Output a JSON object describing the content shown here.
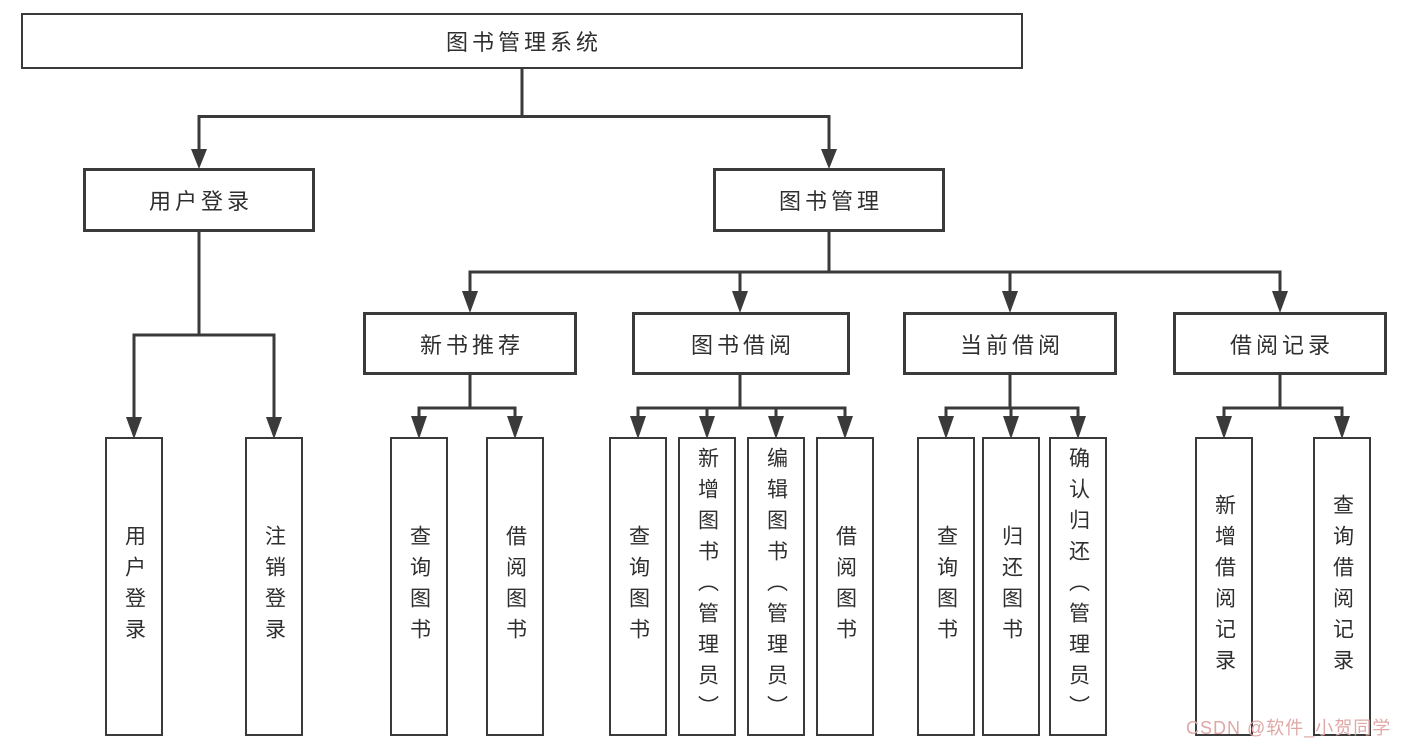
{
  "diagram": {
    "type": "hierarchy-tree",
    "title": "图书管理系统"
  },
  "nodes": {
    "root": "图书管理系统",
    "user_login": "用户登录",
    "book_mgmt": "图书管理",
    "leaf_user_login": "用户登录",
    "leaf_logout": "注销登录",
    "new_book": "新书推荐",
    "borrow": "图书借阅",
    "current": "当前借阅",
    "record": "借阅记录",
    "nb_query": "查询图书",
    "nb_borrow": "借阅图书",
    "bw_query": "查询图书",
    "bw_add": "新增图书（管理员）",
    "bw_edit": "编辑图书（管理员）",
    "bw_borrow": "借阅图书",
    "cu_query": "查询图书",
    "cu_return": "归还图书",
    "cu_confirm": "确认归还（管理员）",
    "rc_add": "新增借阅记录",
    "rc_query": "查询借阅记录"
  },
  "structure": {
    "root": [
      "user_login",
      "book_mgmt"
    ],
    "user_login": [
      "leaf_user_login",
      "leaf_logout"
    ],
    "book_mgmt": [
      "new_book",
      "borrow",
      "current",
      "record"
    ],
    "new_book": [
      "nb_query",
      "nb_borrow"
    ],
    "borrow": [
      "bw_query",
      "bw_add",
      "bw_edit",
      "bw_borrow"
    ],
    "current": [
      "cu_query",
      "cu_return",
      "cu_confirm"
    ],
    "record": [
      "rc_add",
      "rc_query"
    ]
  },
  "watermark": "CSDN @软件_小贺同学",
  "colors": {
    "line": "#3a3a3a",
    "text": "#2f2f2f",
    "watermark": "#dfa8a6",
    "page_background": "#ffffff"
  }
}
